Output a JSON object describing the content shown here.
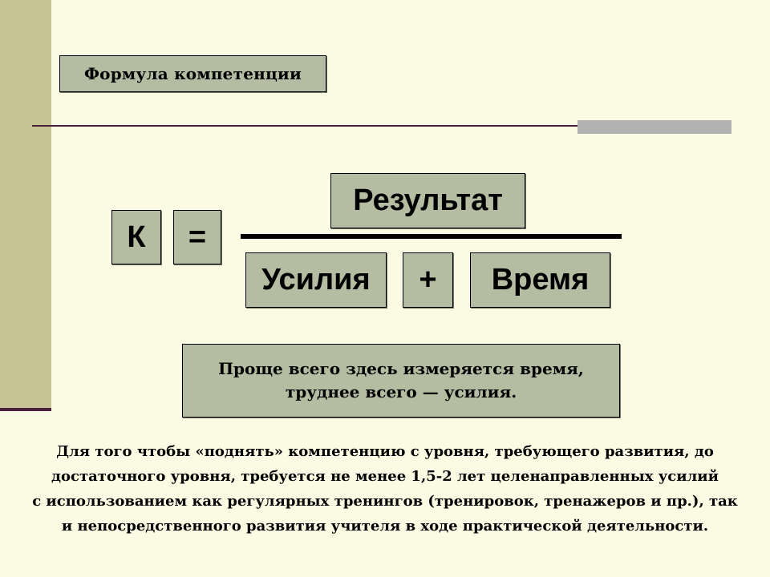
{
  "slide": {
    "title": "Формула компетенции",
    "formula": {
      "left": "К",
      "equals": "=",
      "numerator": "Результат",
      "denominator": {
        "term1": "Усилия",
        "operator": "+",
        "term2": "Время"
      }
    },
    "note": {
      "line1": "Проще всего здесь измеряется время,",
      "line2": "труднее всего — усилия."
    },
    "paragraph": [
      "Для того чтобы «поднять» компетенцию с уровня, требующего развития, до",
      "достаточного уровня, требуется не менее 1,5-2 лет целенаправленных усилий",
      "с использованием как регулярных тренингов (тренировок, тренажеров и пр.), так",
      "и непосредственного развития учителя в ходе практической деятельности."
    ]
  },
  "colors": {
    "background": "#fbfbe4",
    "side_bar": "#c8c494",
    "box_fill": "#b4bca2",
    "accent_line": "#4b1f3e",
    "accent_gray": "#b2b2b2"
  }
}
